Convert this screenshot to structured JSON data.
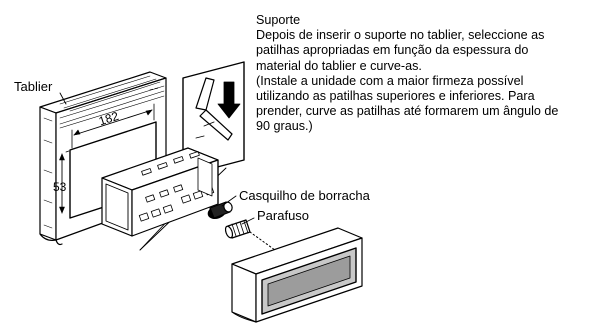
{
  "labels": {
    "tablier": "Tablier",
    "casquilho": "Casquilho de borracha",
    "parafuso": "Parafuso",
    "dim_width": "182",
    "dim_height": "53"
  },
  "description": {
    "title": "Suporte",
    "lines": [
      "Depois de inserir o suporte no tablier, seleccione as",
      "patilhas apropriadas em função da espessura do",
      "material do tablier e curve-as.",
      "(Instale a unidade com a maior firmeza possível",
      "utilizando as patilhas superiores e inferiores. Para",
      "prender, curve as patilhas até formarem um ângulo de",
      "90 graus.)"
    ]
  }
}
